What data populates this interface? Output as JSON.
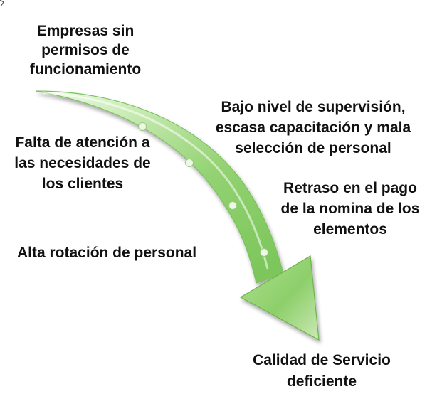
{
  "diagram": {
    "causes": [
      {
        "id": "empresas",
        "text": "Empresas sin\npermisos de\nfuncionamiento"
      },
      {
        "id": "bajo",
        "text": "Bajo nivel de supervisión,\nescasa capacitación y mala\nselección de personal"
      },
      {
        "id": "falta",
        "text": "Falta de atención a\nlas necesidades de\nlos clientes"
      },
      {
        "id": "retraso",
        "text": "Retraso en el pago\nde la nomina de los\nelementos"
      },
      {
        "id": "alta",
        "text": "Alta rotación de personal"
      }
    ],
    "effect": "Calidad de Servicio\ndeficiente",
    "colors": {
      "arrow_light": "#dff5d2",
      "arrow_mid": "#a8dc8a",
      "arrow_dark": "#6fbf4f",
      "arrow_edge": "#5aa83e",
      "text": "#111111"
    },
    "arrow_bead_count": 4
  }
}
